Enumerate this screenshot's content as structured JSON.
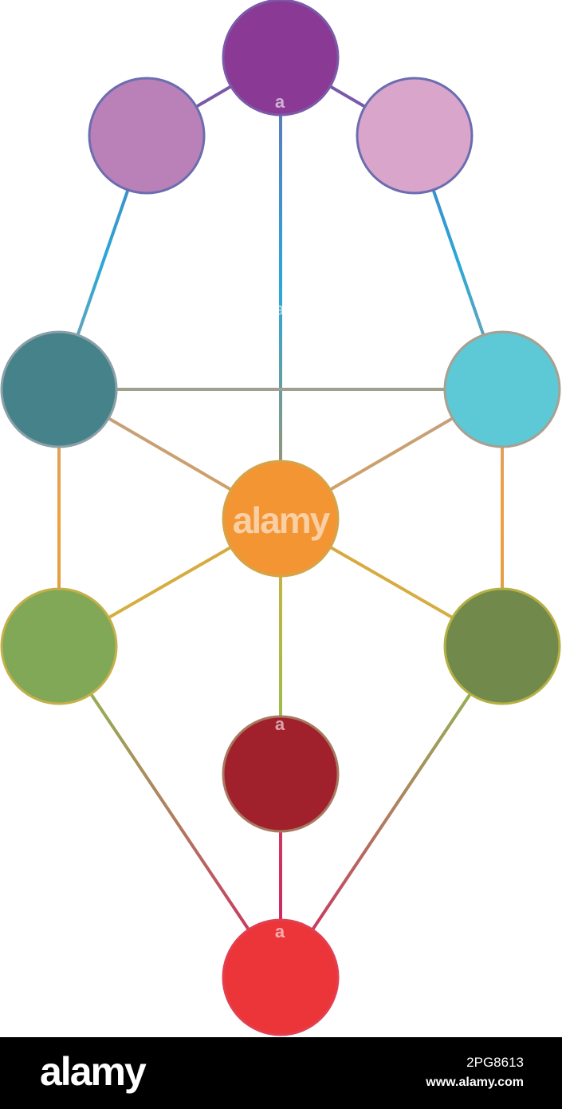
{
  "nodes": [
    {
      "id": "n1",
      "fill": "#8a3a94",
      "stroke": "#7b5aa8"
    },
    {
      "id": "n2",
      "fill": "#b981b8",
      "stroke": "#6b6db0"
    },
    {
      "id": "n3",
      "fill": "#d9a5ca",
      "stroke": "#6b6db0"
    },
    {
      "id": "n4",
      "fill": "#468289",
      "stroke": "#8aa0a8"
    },
    {
      "id": "n5",
      "fill": "#5dc8d6",
      "stroke": "#a8a090"
    },
    {
      "id": "n6",
      "fill": "#f49534",
      "stroke": "#d4a44a"
    },
    {
      "id": "n7",
      "fill": "#80a857",
      "stroke": "#c4b04a"
    },
    {
      "id": "n8",
      "fill": "#72894c",
      "stroke": "#b4b044"
    },
    {
      "id": "n9",
      "fill": "#a0202c",
      "stroke": "#a87860"
    },
    {
      "id": "n10",
      "fill": "#ec3538",
      "stroke": "#e04050"
    }
  ],
  "edges": [
    {
      "from": "n1",
      "to": "n2",
      "colors": [
        "#7a5aa8",
        "#7a5aa8"
      ]
    },
    {
      "from": "n1",
      "to": "n3",
      "colors": [
        "#7a5aa8",
        "#7a5aa8"
      ]
    },
    {
      "from": "n1",
      "to": "n6",
      "colors": [
        "#6b6db0",
        "#29a8d8",
        "#b4905a"
      ]
    },
    {
      "from": "n2",
      "to": "n4",
      "colors": [
        "#4a7ec0",
        "#29a8d8",
        "#8aa0a8"
      ]
    },
    {
      "from": "n3",
      "to": "n5",
      "colors": [
        "#4a7ec0",
        "#29a8d8",
        "#8aa0a8"
      ]
    },
    {
      "from": "n4",
      "to": "n5",
      "colors": [
        "#a0a090",
        "#a0a090"
      ]
    },
    {
      "from": "n4",
      "to": "n6",
      "colors": [
        "#c0a080",
        "#d4a060"
      ]
    },
    {
      "from": "n5",
      "to": "n6",
      "colors": [
        "#c0a080",
        "#d4a060"
      ]
    },
    {
      "from": "n4",
      "to": "n7",
      "colors": [
        "#d4a070",
        "#f0a040",
        "#d4a040"
      ]
    },
    {
      "from": "n5",
      "to": "n8",
      "colors": [
        "#d4a070",
        "#f0a040",
        "#d4a040"
      ]
    },
    {
      "from": "n6",
      "to": "n7",
      "colors": [
        "#d8a840",
        "#d4b040"
      ]
    },
    {
      "from": "n6",
      "to": "n8",
      "colors": [
        "#d8a840",
        "#d4b040"
      ]
    },
    {
      "from": "n6",
      "to": "n9",
      "colors": [
        "#d4b040",
        "#8cc050"
      ]
    },
    {
      "from": "n7",
      "to": "n10",
      "colors": [
        "#8cc050",
        "#b08060",
        "#d02060"
      ]
    },
    {
      "from": "n8",
      "to": "n10",
      "colors": [
        "#8cc050",
        "#b08060",
        "#d02060"
      ]
    },
    {
      "from": "n9",
      "to": "n10",
      "colors": [
        "#d04060",
        "#d02060"
      ]
    }
  ],
  "watermark": {
    "center_text": "alamy",
    "small_mark": "a"
  },
  "footer": {
    "logo": "alamy",
    "image_id": "2PG8613",
    "url": "www.alamy.com"
  },
  "colors": {
    "background": "#ffffff",
    "footer_background": "#000000",
    "footer_text": "#ffffff"
  }
}
